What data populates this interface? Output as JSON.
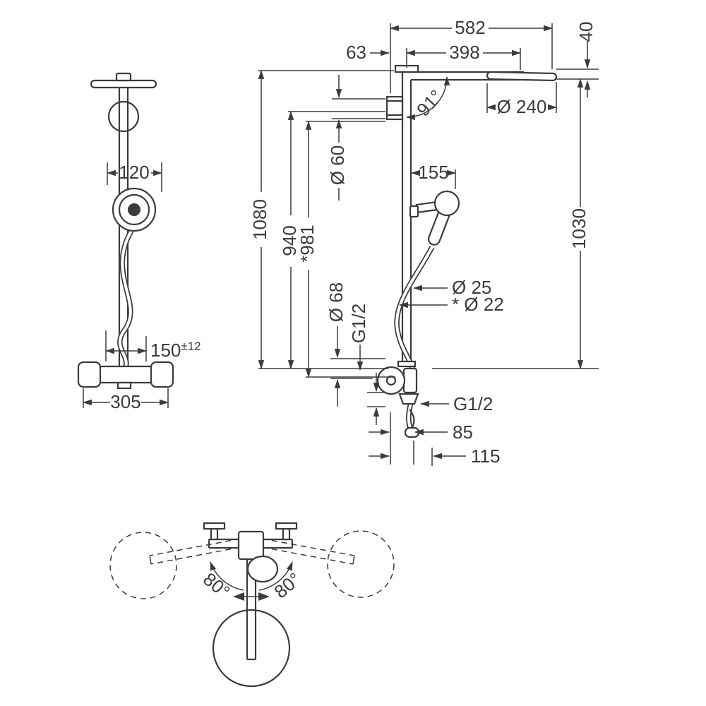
{
  "colors": {
    "line": "#3b3b3b",
    "background": "#ffffff"
  },
  "front_view": {
    "dim_top_width": "582",
    "dim_wall_offset": "63",
    "dim_arm_length": "398",
    "dim_head_drop": "40",
    "dim_head_diameter": "Ø 240",
    "dim_arm_angle": "91°",
    "dim_bracket_diameter": "Ø 60",
    "dim_handshower_offset": "155",
    "dim_total_height": "1080",
    "dim_height_940": "940",
    "dim_height_981": "*981",
    "dim_height_1030": "1030",
    "dim_pipe_diameter": "Ø 25",
    "dim_hose_diameter": "* Ø 22",
    "dim_valve_diameter": "Ø 68",
    "dim_thread_upper": "G1/2",
    "dim_thread_lower": "G1/2",
    "dim_offset_85": "85",
    "dim_offset_115": "115"
  },
  "side_view": {
    "dim_depth_120": "120",
    "dim_projection_base": "150",
    "dim_projection_tolerance": "±12",
    "dim_valve_width": "305"
  },
  "rotation_view": {
    "dim_swivel_left": "80°",
    "dim_swivel_right": "80°"
  }
}
